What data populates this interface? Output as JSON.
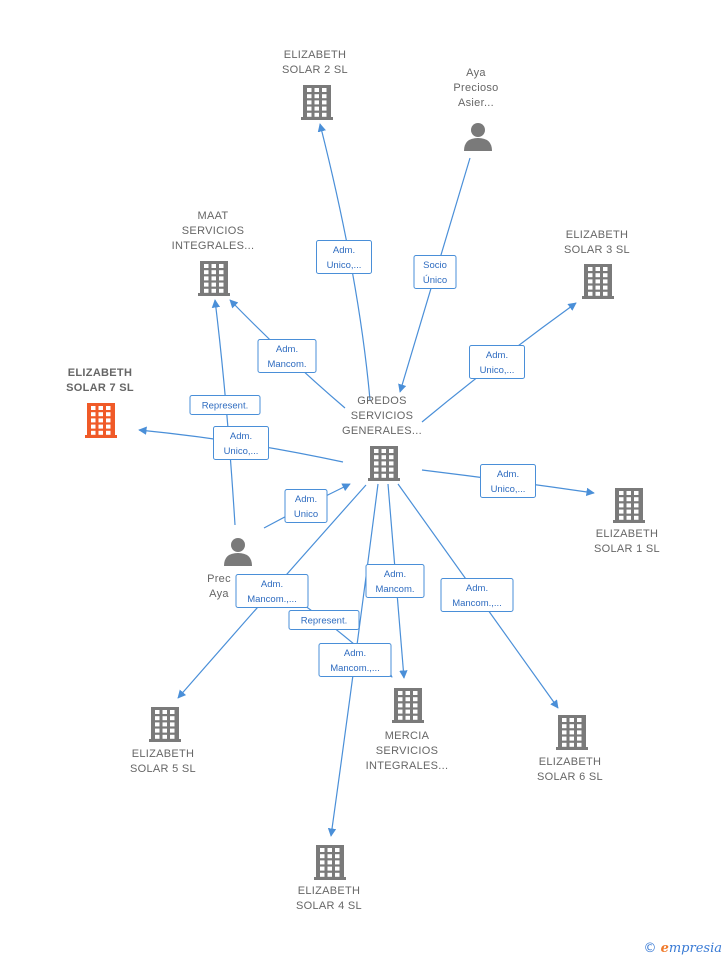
{
  "colors": {
    "edge": "#4a8fd8",
    "node": "#7a7a7a",
    "highlight": "#f05a28"
  },
  "nodes": [
    {
      "id": "gredos",
      "kind": "company",
      "icon": "building-icon",
      "lines": [
        "GREDOS",
        "SERVICIOS",
        "GENERALES..."
      ]
    },
    {
      "id": "es2",
      "kind": "company",
      "icon": "building-icon",
      "lines": [
        "ELIZABETH",
        "SOLAR 2  SL"
      ]
    },
    {
      "id": "aya1",
      "kind": "person",
      "icon": "person-icon",
      "lines": [
        "Aya",
        "Precioso",
        "Asier..."
      ]
    },
    {
      "id": "maat",
      "kind": "company",
      "icon": "building-icon",
      "lines": [
        "MAAT",
        "SERVICIOS",
        "INTEGRALES..."
      ]
    },
    {
      "id": "es3",
      "kind": "company",
      "icon": "building-icon",
      "lines": [
        "ELIZABETH",
        "SOLAR 3  SL"
      ]
    },
    {
      "id": "es7",
      "kind": "company",
      "icon": "building-icon",
      "highlight": true,
      "lines": [
        "ELIZABETH",
        "SOLAR 7  SL"
      ]
    },
    {
      "id": "es1",
      "kind": "company",
      "icon": "building-icon",
      "lines": [
        "ELIZABETH",
        "SOLAR 1  SL"
      ]
    },
    {
      "id": "aya2",
      "kind": "person",
      "icon": "person-icon",
      "lines": [
        "Prec",
        "Aya"
      ]
    },
    {
      "id": "es5",
      "kind": "company",
      "icon": "building-icon",
      "lines": [
        "ELIZABETH",
        "SOLAR 5  SL"
      ]
    },
    {
      "id": "mercia",
      "kind": "company",
      "icon": "building-icon",
      "lines": [
        "MERCIA",
        "SERVICIOS",
        "INTEGRALES..."
      ]
    },
    {
      "id": "es6",
      "kind": "company",
      "icon": "building-icon",
      "lines": [
        "ELIZABETH",
        "SOLAR 6  SL"
      ]
    },
    {
      "id": "es4",
      "kind": "company",
      "icon": "building-icon",
      "lines": [
        "ELIZABETH",
        "SOLAR 4  SL"
      ]
    }
  ],
  "edges": [
    {
      "id": "e-gredos-es2",
      "lines": [
        "Adm.",
        "Unico,..."
      ]
    },
    {
      "id": "e-aya1-gredos",
      "lines": [
        "Socio",
        "Único"
      ]
    },
    {
      "id": "e-gredos-es3",
      "lines": [
        "Adm.",
        "Unico,..."
      ]
    },
    {
      "id": "e-gredos-maat",
      "lines": [
        "Adm.",
        "Mancom."
      ]
    },
    {
      "id": "e-aya2-maat",
      "lines": [
        "Represent."
      ]
    },
    {
      "id": "e-gredos-es7",
      "lines": [
        "Adm.",
        "Unico,..."
      ]
    },
    {
      "id": "e-aya2-gredos",
      "lines": [
        "Adm.",
        "Unico"
      ]
    },
    {
      "id": "e-gredos-es1",
      "lines": [
        "Adm.",
        "Unico,..."
      ]
    },
    {
      "id": "e-gredos-es5",
      "lines": [
        "Adm.",
        "Mancom.,..."
      ]
    },
    {
      "id": "e-aya2-mercia",
      "lines": [
        "Represent."
      ]
    },
    {
      "id": "e-gredos-mercia",
      "lines": [
        "Adm.",
        "Mancom."
      ]
    },
    {
      "id": "e-gredos-es6",
      "lines": [
        "Adm.",
        "Mancom.,..."
      ]
    },
    {
      "id": "e-gredos-es4",
      "lines": [
        "Adm.",
        "Mancom.,..."
      ]
    }
  ],
  "footer": {
    "copyright": "©",
    "brand_first": "e",
    "brand_rest": "mpresia"
  }
}
